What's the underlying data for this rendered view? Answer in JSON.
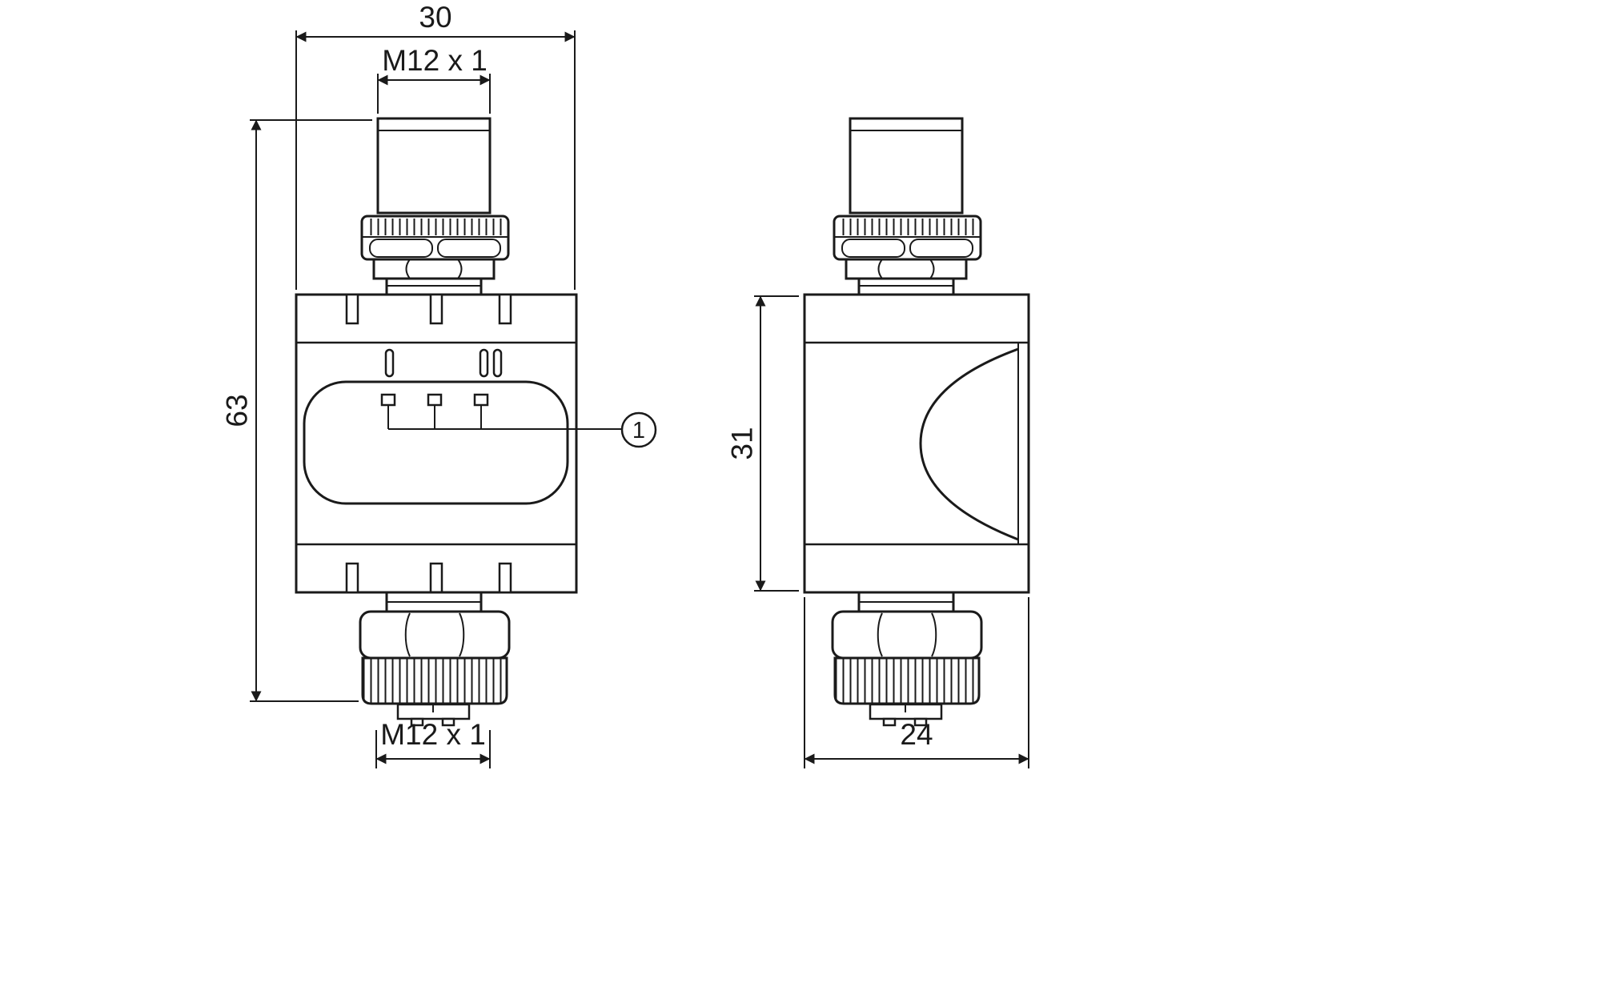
{
  "drawing": {
    "background_color": "#ffffff",
    "line_color": "#1a1a1a",
    "front_view": {
      "dim_width": "30",
      "dim_thread_top": "M12 x 1",
      "dim_height_total": "63",
      "dim_thread_bottom": "M12 x 1",
      "callout_number": "1",
      "led_markings": [
        "I",
        "II"
      ],
      "led_count": 3
    },
    "side_view": {
      "dim_body_height": "31",
      "dim_depth": "24"
    }
  }
}
